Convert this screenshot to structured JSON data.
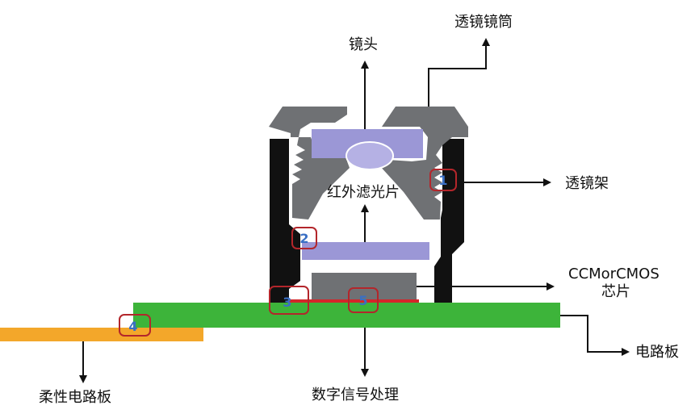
{
  "labels": {
    "lens": "镜头",
    "lens_barrel": "透镜镜筒",
    "lens_holder": "透镜架",
    "ir_filter": "红外滤光片",
    "sensor_line1": "CCMorCMOS",
    "sensor_line2": "芯片",
    "pcb": "电路板",
    "fpc": "柔性电路板",
    "dsp": "数字信号处理"
  },
  "markers": [
    "1",
    "2",
    "3",
    "4",
    "5"
  ],
  "colors": {
    "lens_glass": "#9b97d6",
    "barrel_gray": "#6f7174",
    "holder_black": "#111111",
    "pcb_green": "#3db43a",
    "fpc_orange": "#f3a72a",
    "marker_box": "#b3262b",
    "marker_text": "#3a6fc4",
    "sensor_base": "#d4262a"
  }
}
